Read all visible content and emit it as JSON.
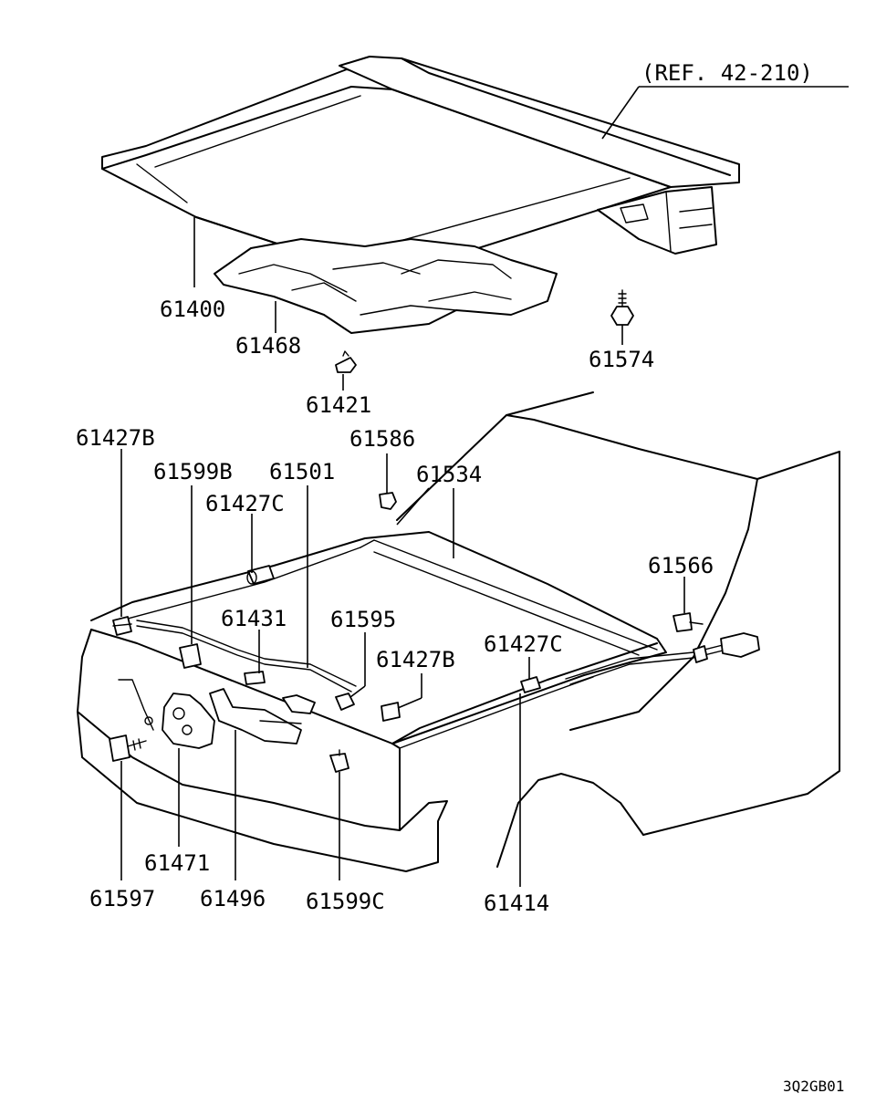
{
  "diagram": {
    "reference": "(REF. 42-210)",
    "drawing_code": "3Q2GB01",
    "parts": {
      "p61400": "61400",
      "p61468": "61468",
      "p61574": "61574",
      "p61421": "61421",
      "p61427B_a": "61427B",
      "p61586": "61586",
      "p61599B": "61599B",
      "p61501": "61501",
      "p61534": "61534",
      "p61427C_a": "61427C",
      "p61566": "61566",
      "p61431": "61431",
      "p61595": "61595",
      "p61427B_b": "61427B",
      "p61427C_b": "61427C",
      "p61471": "61471",
      "p61597": "61597",
      "p61496": "61496",
      "p61599C": "61599C",
      "p61414": "61414"
    }
  }
}
